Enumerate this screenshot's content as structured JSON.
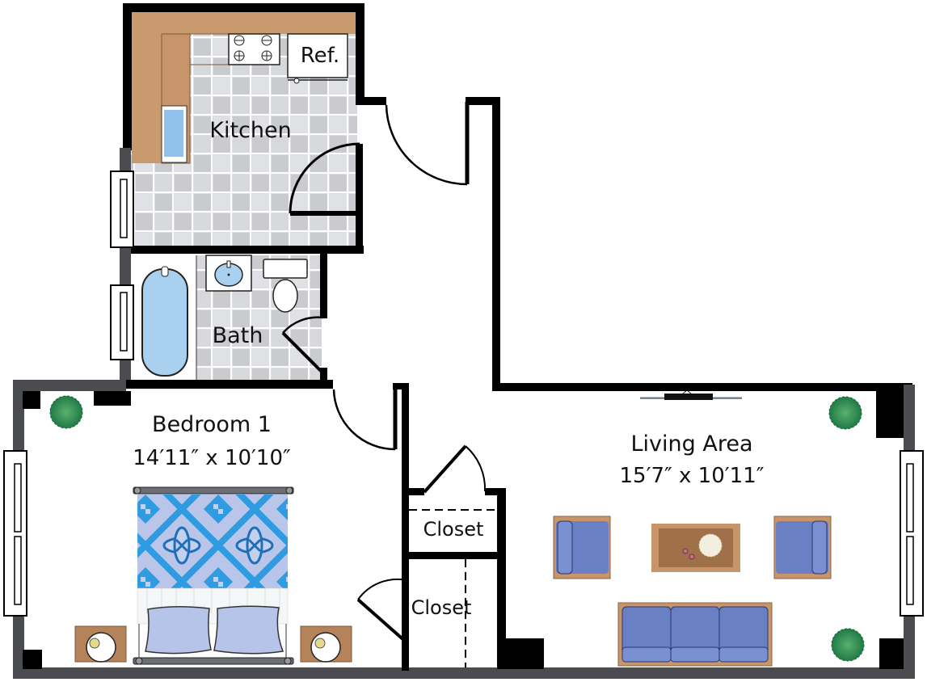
{
  "floor_plan": {
    "rooms": [
      {
        "id": "kitchen",
        "label": "Kitchen",
        "dimensions": ""
      },
      {
        "id": "bath",
        "label": "Bath",
        "dimensions": ""
      },
      {
        "id": "bedroom1",
        "label": "Bedroom 1",
        "dimensions": "14′11″ x 10′10″"
      },
      {
        "id": "living",
        "label": "Living Area",
        "dimensions": "15′7″ x 10′11″"
      },
      {
        "id": "closet1",
        "label": "Closet",
        "dimensions": ""
      },
      {
        "id": "closet2",
        "label": "Closet",
        "dimensions": ""
      }
    ],
    "fixtures": {
      "refrigerator_label": "Ref."
    },
    "colors": {
      "wall": "#000000",
      "exterior_wall": "#4a4c50",
      "tile_light": "#dcdee1",
      "tile_dark": "#c6c8cc",
      "counter": "#c99a6e",
      "water_blue": "#a9d1ef",
      "sofa_blue": "#6a80c4",
      "wood": "#b5835a",
      "plant_green": "#2f8a52",
      "bedspread_blue": "#3a9ad9"
    }
  }
}
